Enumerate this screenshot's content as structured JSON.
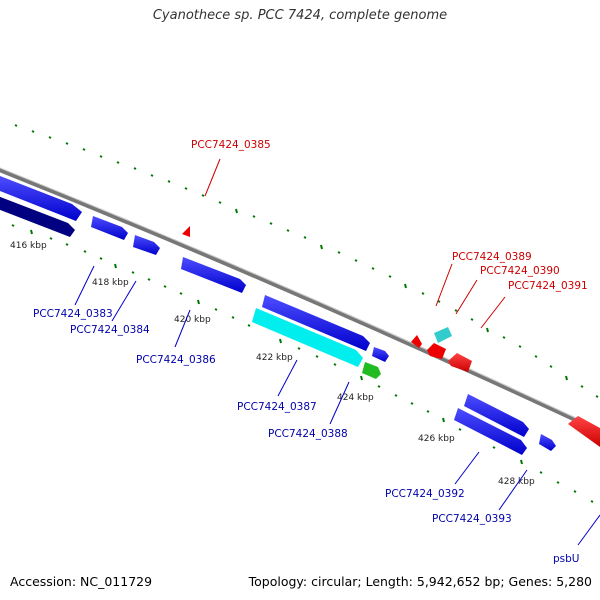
{
  "title": "Cyanothece sp. PCC 7424, complete genome",
  "accession": "Accession: NC_011729",
  "topology": "Topology: circular; Length: 5,942,652 bp; Genes: 5,280",
  "colors": {
    "forward_gene": "#0000ee",
    "forward_gene_dark": "#000080",
    "forward_highlight": "#00eeee",
    "forward_label": "#0000aa",
    "reverse_gene": "#ee0000",
    "reverse_label": "#cc0000",
    "rna_gene": "#22bb22",
    "backbone": "#888888",
    "tick": "#007700"
  },
  "ruler_labels": [
    "416 kbp",
    "418 kbp",
    "420 kbp",
    "422 kbp",
    "424 kbp",
    "426 kbp",
    "428 kbp"
  ],
  "gene_labels_forward": [
    "PCC7424_0383",
    "PCC7424_0384",
    "PCC7424_0386",
    "PCC7424_0387",
    "PCC7424_0388",
    "PCC7424_0392",
    "PCC7424_0393",
    "psbU"
  ],
  "gene_labels_reverse": [
    "PCC7424_0385",
    "PCC7424_0389",
    "PCC7424_0390",
    "PCC7424_0391"
  ]
}
